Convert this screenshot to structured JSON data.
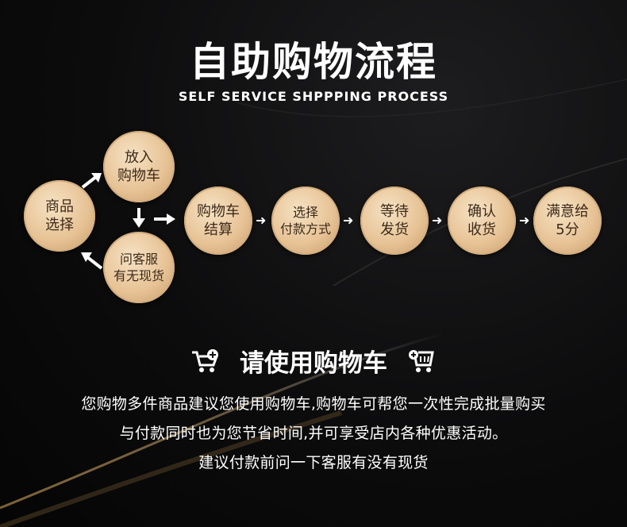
{
  "header": {
    "title": "自助购物流程",
    "subtitle": "SELF SERVICE SHPPPING PROCESS"
  },
  "flow": {
    "select_goods": [
      "商品",
      "选择"
    ],
    "add_to_cart": [
      "放入",
      "购物车"
    ],
    "ask_service": [
      "问客服",
      "有无现货"
    ],
    "checkout": [
      "购物车",
      "结算"
    ],
    "payment_method": [
      "选择",
      "付款方式"
    ],
    "wait_shipping": [
      "等待",
      "发货"
    ],
    "confirm_receipt": [
      "确认",
      "收货"
    ],
    "rating": [
      "满意给",
      "5分"
    ]
  },
  "cart_section": {
    "heading": "请使用购物车",
    "left_icon": "cart-add-icon",
    "right_icon": "cart-icon",
    "lines": [
      "您购物多件商品建议您使用购物车,购物车可帮您一次性完成批量购买",
      "与付款同时也为您节省时间,并可享受店内各种优惠活动。",
      "建议付款前问一下客服有没有现货"
    ]
  },
  "colors": {
    "background": "#0c0c0d",
    "circle_gold": "#e7c396",
    "circle_text": "#3c2a1a",
    "text": "#ffffff"
  }
}
